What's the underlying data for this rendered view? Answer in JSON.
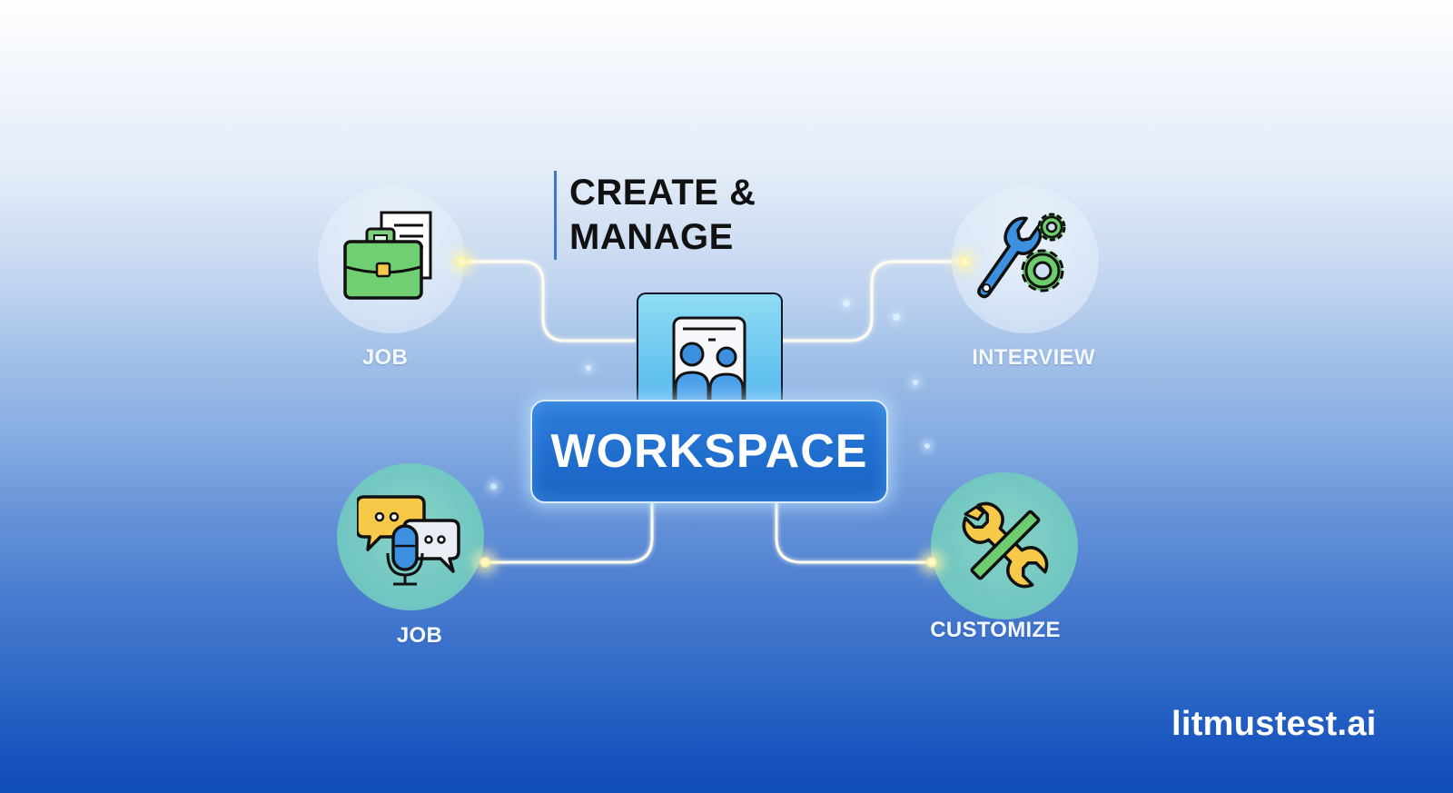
{
  "title": {
    "line1": "CREATE &",
    "line2": "MANAGE"
  },
  "center": {
    "label": "WORKSPACE",
    "icon": "team-profile-card-icon"
  },
  "nodes": [
    {
      "id": "top-left",
      "label": "JOB",
      "icon": "briefcase-document-icon"
    },
    {
      "id": "top-right",
      "label": "INTERVIEW",
      "icon": "wrench-gears-icon"
    },
    {
      "id": "bottom-left",
      "label": "JOB",
      "icon": "chat-microphone-icon"
    },
    {
      "id": "bottom-right",
      "label": "CUSTOMIZE",
      "icon": "tools-crossed-icon"
    }
  ],
  "brand": "litmustest.ai",
  "colors": {
    "background_top": "#ffffff",
    "background_bottom": "#0f4db8",
    "workspace_fill": "#1f6dcd",
    "accent_bar": "#3b78c8",
    "connector": "#fffbe6",
    "teal_node": "#70c6c2"
  }
}
